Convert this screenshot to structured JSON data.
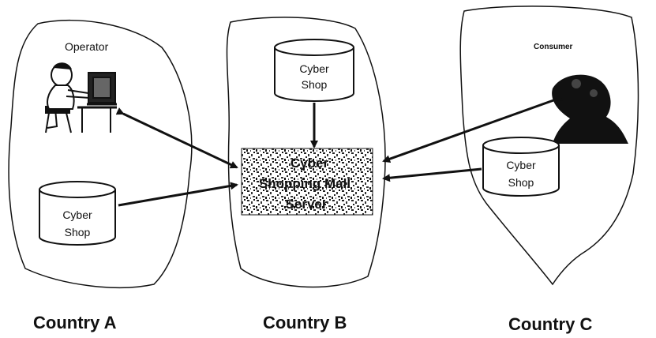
{
  "regions": [
    {
      "id": "A",
      "label": "Country A"
    },
    {
      "id": "B",
      "label": "Country B"
    },
    {
      "id": "C",
      "label": "Country C"
    }
  ],
  "operator": {
    "label": "Operator"
  },
  "consumer": {
    "label": "Consumer"
  },
  "server": {
    "line1": "Cyber",
    "line2": "Shopping Mall",
    "line3": "Server"
  },
  "shops": [
    {
      "line1": "Cyber",
      "line2": "Shop"
    },
    {
      "line1": "Cyber",
      "line2": "Shop"
    },
    {
      "line1": "Cyber",
      "line2": "Shop"
    }
  ]
}
